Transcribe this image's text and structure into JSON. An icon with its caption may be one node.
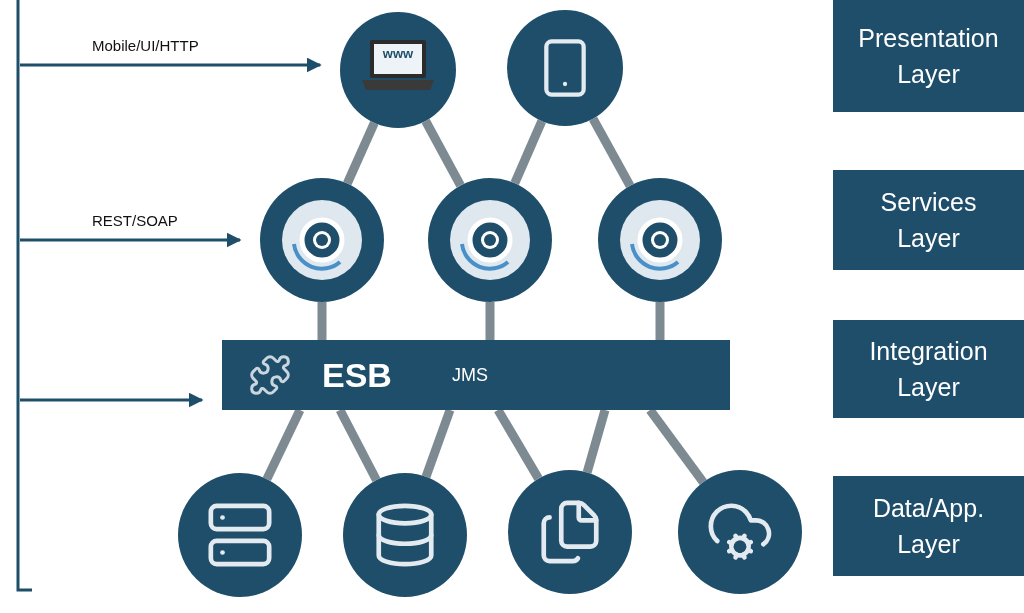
{
  "diagram": {
    "nodes": [
      {
        "text": [
          "www"
        ]
      },
      {
        "text": [],
        "shape": "picture"
      },
      {
        "text": [],
        "shape": "picture"
      },
      {
        "text": [],
        "shape": "picture"
      },
      {
        "text": [],
        "shape": "picture"
      },
      {
        "text": [
          "ESB",
          "JMS"
        ]
      },
      {
        "text": [],
        "shape": "picture"
      },
      {
        "text": [],
        "shape": "picture"
      },
      {
        "text": [],
        "shape": "picture"
      },
      {
        "text": [],
        "shape": "picture"
      },
      {
        "text": [
          "Presentation Layer"
        ]
      },
      {
        "text": [
          "Services Layer"
        ]
      },
      {
        "text": [
          "Integration Layer"
        ]
      },
      {
        "text": [
          "Data/App. Layer"
        ]
      }
    ],
    "edges": [
      {
        "from": null,
        "to": 0,
        "arrow": "to",
        "label": "Mobile/UI/HTTP",
        "color": "#1f4e6b"
      },
      {
        "from": null,
        "to": 2,
        "arrow": "to",
        "label": "REST/SOAP",
        "color": "#1f4e6b"
      },
      {
        "from": null,
        "to": 5,
        "arrow": "to",
        "color": "#1f4e6b"
      },
      {
        "from": 0,
        "to": 2,
        "arrow": "none"
      },
      {
        "from": 0,
        "to": 3,
        "arrow": "none"
      },
      {
        "from": 1,
        "to": 3,
        "arrow": "none"
      },
      {
        "from": 1,
        "to": 4,
        "arrow": "none"
      },
      {
        "from": 2,
        "to": 5,
        "arrow": "none"
      },
      {
        "from": 3,
        "to": 5,
        "arrow": "none"
      },
      {
        "from": 4,
        "to": 5,
        "arrow": "none"
      },
      {
        "from": 5,
        "to": 6,
        "arrow": "none"
      },
      {
        "from": 5,
        "to": 7,
        "arrow": "none"
      },
      {
        "from": 5,
        "to": 7,
        "arrow": "none"
      },
      {
        "from": 5,
        "to": 8,
        "arrow": "none"
      },
      {
        "from": 5,
        "to": 8,
        "arrow": "none"
      },
      {
        "from": 5,
        "to": 9,
        "arrow": "none"
      }
    ]
  }
}
